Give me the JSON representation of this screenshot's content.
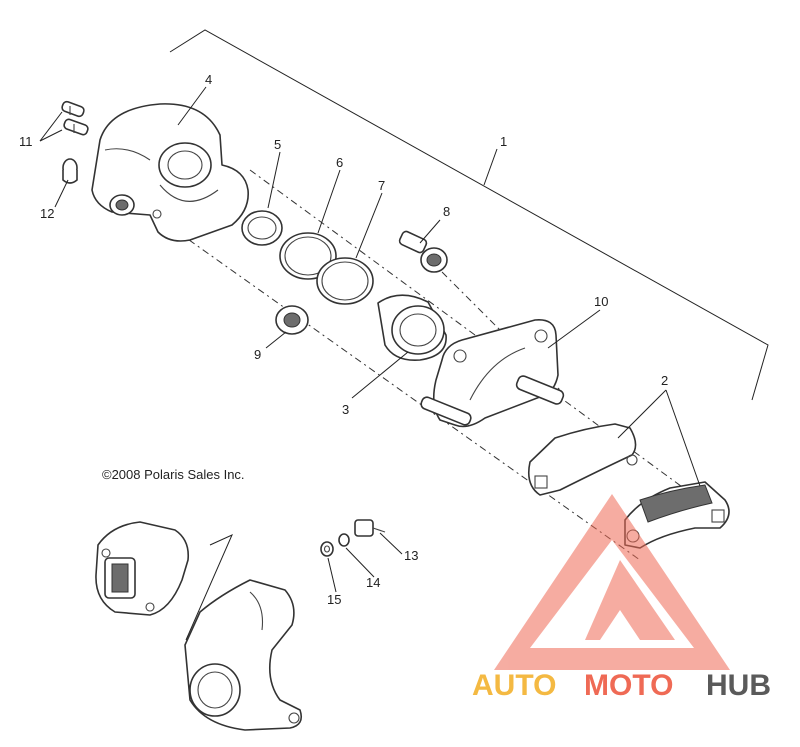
{
  "diagram": {
    "copyright": "©2008 Polaris Sales Inc.",
    "callouts": {
      "c1": "1",
      "c2": "2",
      "c3": "3",
      "c4": "4",
      "c5": "5",
      "c6": "6",
      "c7": "7",
      "c8": "8",
      "c9": "9",
      "c10": "10",
      "c11": "11",
      "c12": "12",
      "c13": "13",
      "c14": "14",
      "c15": "15"
    }
  },
  "watermark": {
    "part_auto": "AUTO",
    "part_moto": "MOTO",
    "part_hub": "HUB",
    "colors": {
      "auto": "#f4b942",
      "moto": "#ef6a55",
      "hub": "#5a5a5a",
      "triangle": "#ef6a55"
    }
  }
}
